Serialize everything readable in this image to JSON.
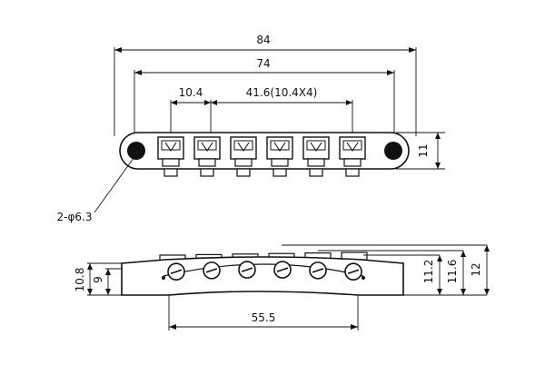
{
  "top_view": {
    "dims": {
      "overall_length": "84",
      "post_spacing": "74",
      "string_spacing": "10.4",
      "saddle_span": "41.6(10.4X4)",
      "height": "11",
      "hole_callout": "2-φ6.3"
    },
    "saddle_count": 6
  },
  "side_view": {
    "dims": {
      "left_outer_height": "10.8",
      "left_inner_height": "9",
      "base_length": "55.5",
      "right_height_1": "11.2",
      "right_height_2": "11.6",
      "right_height_3": "12"
    },
    "screw_count": 6
  }
}
